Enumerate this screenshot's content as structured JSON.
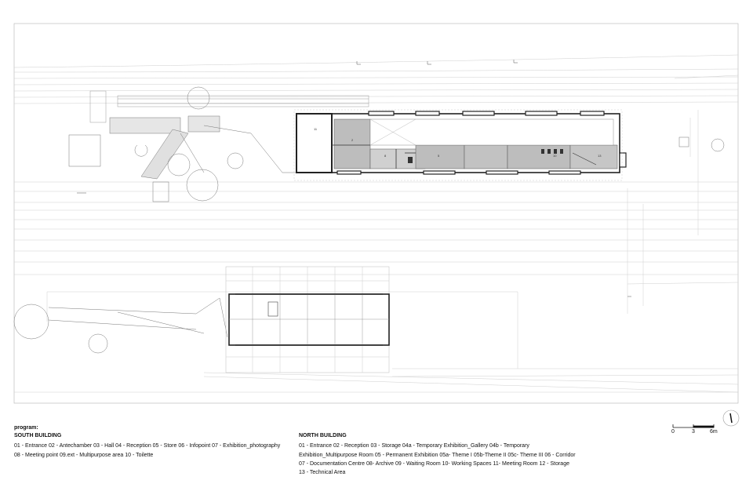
{
  "legend": {
    "program_label": "program:",
    "south": {
      "title": "SOUTH BUILDING",
      "line1": "01 - Entrance 02 - Antechamber 03 - Hall 04 - Reception 05 - Store 06 - Infopoint 07 - Exhibition_photography",
      "line2": "08 - Meeting point 09.ext - Multipurpose area 10 - Toilette"
    },
    "north": {
      "title": "NORTH BUILDING",
      "line1": "01 - Entrance 02 - Reception 03 - Storage 04a - Temporary Exhibition_Gallery 04b - Temporary",
      "line2": "Exhibition_Multipurpose Room 05 - Permanent Exhibition 05a- Theme I 05b-Theme II  05c- Theme III 06 - Corridor",
      "line3": "07 - Documentation Centre 08- Archive 09 - Waiting Room 10- Working Spaces 11- Meeting Room 12 - Storage",
      "line4": "13 - Technical Area"
    }
  },
  "scale_bar": {
    "labels": [
      "0",
      "3",
      "6m"
    ]
  },
  "north_arrow": {
    "icon": "north-arrow-icon"
  },
  "room_labels": [
    "11",
    "2",
    "8",
    "5",
    "10",
    "13"
  ]
}
